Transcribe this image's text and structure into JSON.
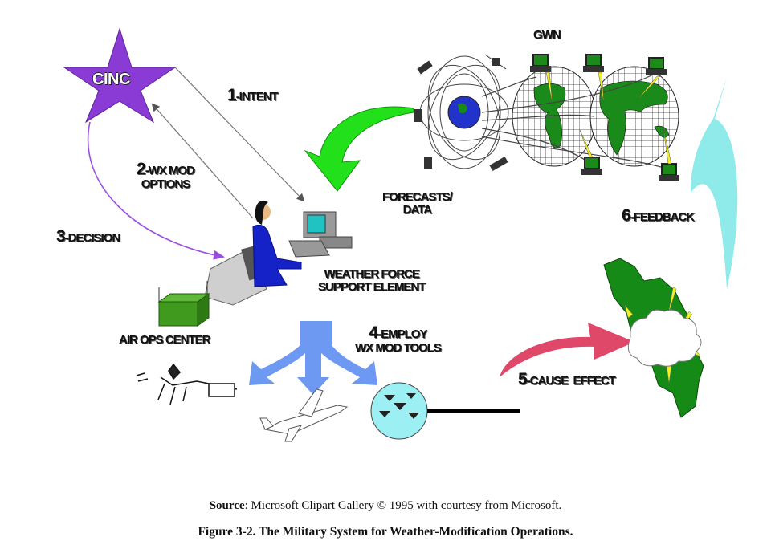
{
  "colors": {
    "star": "#8a3bd6",
    "decision_arrow": "#9b4fe0",
    "forecast_arrow": "#22e01a",
    "employ_arrow": "#6d99f2",
    "cause_arrow": "#e0486a",
    "feedback_arrow": "#8feaea",
    "land": "#168a16",
    "tools_circle": "#9ceff2",
    "air_ops": "#3f9a1e"
  },
  "nodes": {
    "cinc": "CINC",
    "gwn": "GWN",
    "forecasts": [
      "FORECASTS/",
      "DATA"
    ],
    "wfse": [
      "WEATHER FORCE",
      "SUPPORT ELEMENT"
    ],
    "air_ops": "AIR OPS CENTER"
  },
  "steps": [
    {
      "num": "1",
      "label": "-INTENT"
    },
    {
      "num": "2",
      "label": "-WX MOD",
      "line2": "OPTIONS"
    },
    {
      "num": "3",
      "label": "-DECISION"
    },
    {
      "num": "4",
      "label": "-EMPLOY",
      "line2": "WX MOD TOOLS"
    },
    {
      "num": "5",
      "label": "-CAUSE  EFFECT"
    },
    {
      "num": "6",
      "label": "-FEEDBACK"
    }
  ],
  "caption": {
    "source_label": "Source",
    "source_text": ": Microsoft Clipart Gallery © 1995 with courtesy from Microsoft.",
    "figure": "Figure 3-2.  The Military System for Weather-Modification Operations."
  }
}
